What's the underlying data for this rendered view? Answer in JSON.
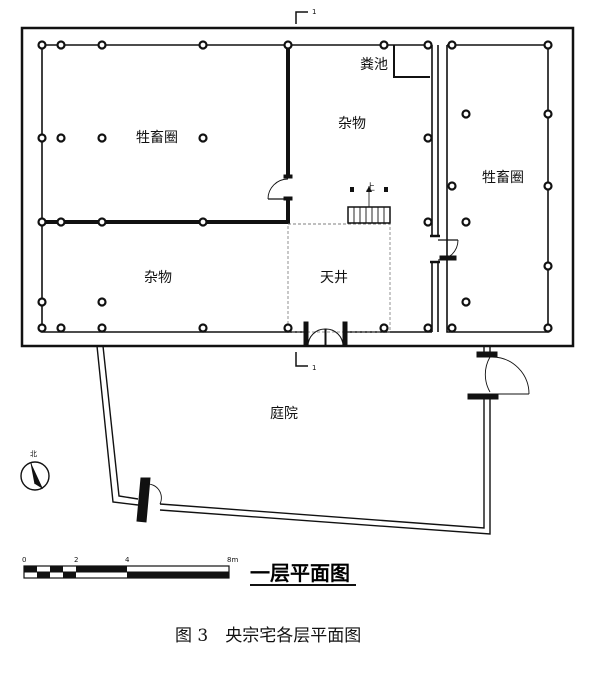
{
  "rooms": {
    "livestock_west": "牲畜圈",
    "sundries_north": "杂物",
    "manure_pit": "粪池",
    "livestock_east": "牲畜圈",
    "sundries_south": "杂物",
    "courtyard_well": "天井",
    "yard": "庭院"
  },
  "stair_label": "上",
  "section_mark": "1",
  "north_label": "北",
  "scale": {
    "ticks": [
      "0",
      "2",
      "4",
      "8m"
    ]
  },
  "plan_title": "一层平面图",
  "caption": "图 3　央宗宅各层平面图"
}
